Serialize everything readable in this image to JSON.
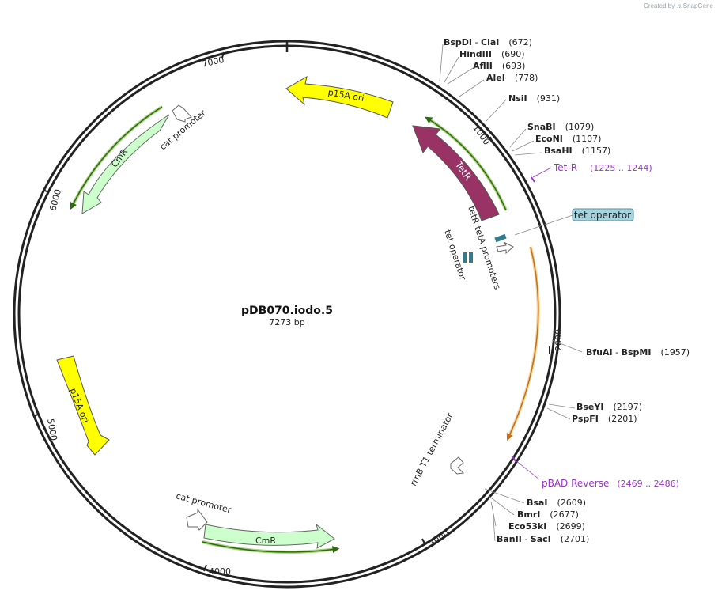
{
  "credit": {
    "prefix": "Created by",
    "brand": "SnapGene"
  },
  "plasmid": {
    "name": "pDB070.iodo.5",
    "size": "7273 bp"
  },
  "ticks": [
    "1000",
    "2000",
    "3000",
    "4000",
    "5000",
    "6000",
    "7000"
  ],
  "features": [
    {
      "label": "p15A ori",
      "fill": "#ffff00"
    },
    {
      "label": "TetR",
      "fill": "#993366"
    },
    {
      "label": "tetR/tetA promoters"
    },
    {
      "label": "tet operator"
    },
    {
      "label": "rrnB T1 terminator"
    },
    {
      "label": "CmR",
      "fill": "#ccffcc"
    },
    {
      "label": "cat promoter"
    },
    {
      "label": "p15A ori",
      "fill": "#ffff00"
    },
    {
      "label": "CmR",
      "fill": "#ccffcc"
    },
    {
      "label": "cat promoter"
    }
  ],
  "sites": [
    {
      "name": "BspDI",
      "name2": "ClaI",
      "pos": "(672)"
    },
    {
      "name": "HindIII",
      "pos": "(690)"
    },
    {
      "name": "AflII",
      "pos": "(693)"
    },
    {
      "name": "AleI",
      "pos": "(778)"
    },
    {
      "name": "NsiI",
      "pos": "(931)"
    },
    {
      "name": "SnaBI",
      "pos": "(1079)"
    },
    {
      "name": "EcoNI",
      "pos": "(1107)"
    },
    {
      "name": "BsaHI",
      "pos": "(1157)"
    },
    {
      "name": "BfuAI",
      "name2": "BspMI",
      "pos": "(1957)"
    },
    {
      "name": "BseYI",
      "pos": "(2197)"
    },
    {
      "name": "PspFI",
      "pos": "(2201)"
    },
    {
      "name": "BsaI",
      "pos": "(2609)"
    },
    {
      "name": "BmrI",
      "pos": "(2677)"
    },
    {
      "name": "Eco53kI",
      "pos": "(2699)"
    },
    {
      "name": "BanII",
      "name2": "SacI",
      "pos": "(2701)"
    }
  ],
  "primers": [
    {
      "name": "Tet-R",
      "range": "(1225 .. 1244)",
      "color": "#9933cc"
    },
    {
      "name": "pBAD Reverse",
      "range": "(2469 .. 2486)",
      "color": "#9933cc"
    }
  ],
  "callout": {
    "label": "tet operator",
    "fill": "#a6d3de"
  }
}
